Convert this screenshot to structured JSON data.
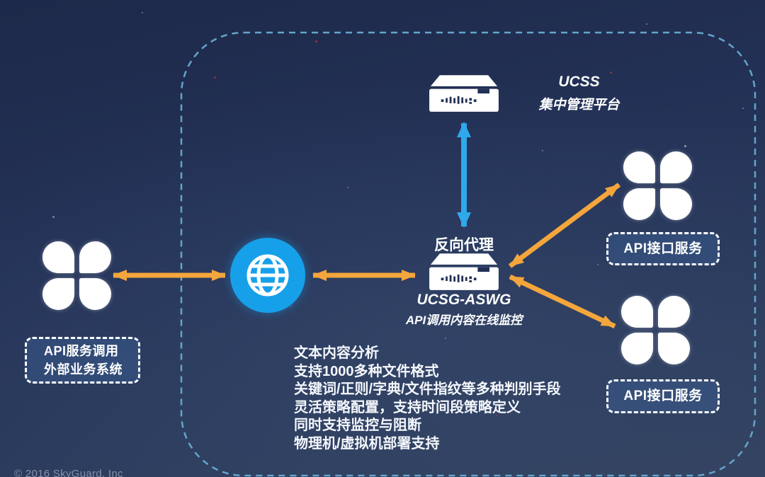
{
  "canvas": {
    "copyright": "© 2016 SkyGuard, Inc"
  },
  "nodes": {
    "ucss": {
      "title": "UCSS",
      "subtitle": "集中管理平台"
    },
    "proxy": {
      "role_label": "反向代理",
      "product": "UCSG-ASWG",
      "caption": "API调用内容在线监控"
    },
    "external_system": {
      "line1": "API服务调用",
      "line2": "外部业务系统"
    },
    "api_service_top": {
      "label": "API接口服务"
    },
    "api_service_bottom": {
      "label": "API接口服务"
    }
  },
  "features": [
    "文本内容分析",
    "支持1000多种文件格式",
    "关键词/正则/字典/文件指纹等多种判别手段",
    "灵活策略配置，支持时间段策略定义",
    "同时支持监控与阻断",
    "物理机/虚拟机部署支持"
  ],
  "icons": {
    "server": "server-appliance-icon",
    "globe": "globe-icon",
    "cluster": "app-cluster-clover-icon"
  },
  "colors": {
    "arrow_orange": "#F4A63C",
    "arrow_blue": "#2FA8EC",
    "globe_bg": "#17A0EA",
    "boundary_dash": "#64A5CB",
    "server_seam": "#223055"
  }
}
